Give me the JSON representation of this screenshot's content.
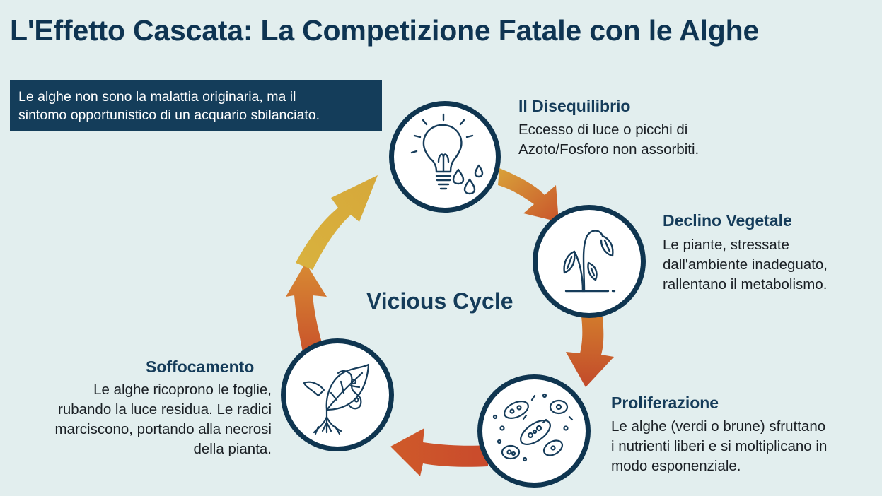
{
  "title": "L'Effetto Cascata: La Competizione Fatale con le Alghe",
  "callout": {
    "lines": [
      "Le alghe non sono la malattia originaria, ma il",
      "sintomo opportunistico di un acquario sbilanciato."
    ]
  },
  "center_label": "Vicious Cycle",
  "steps": [
    {
      "title": "Il Disequilibrio",
      "lines": [
        "Eccesso di luce o picchi di",
        "Azoto/Fosforo non assorbiti."
      ],
      "icon": "lightbulb-drops-icon"
    },
    {
      "title": "Declino Vegetale",
      "lines": [
        "Le piante, stressate",
        "dall'ambiente inadeguato,",
        "rallentano il metabolismo."
      ],
      "icon": "wilting-plant-icon"
    },
    {
      "title": "Proliferazione",
      "lines": [
        "Le alghe (verdi o brune) sfruttano",
        "i nutrienti liberi e si moltiplicano in",
        "modo esponenziale."
      ],
      "icon": "algae-cells-icon"
    },
    {
      "title": "Soffocamento",
      "lines": [
        "Le alghe ricoprono le foglie,",
        "rubando la luce residua. Le radici",
        "marciscono, portando alla necrosi",
        "della pianta."
      ],
      "icon": "covered-leaf-roots-icon"
    }
  ],
  "colors": {
    "background": "#e2eeee",
    "navy": "#143d5a",
    "arrow_gold": "#d4a83a",
    "arrow_orange": "#d46a28",
    "arrow_red": "#c2482b"
  }
}
